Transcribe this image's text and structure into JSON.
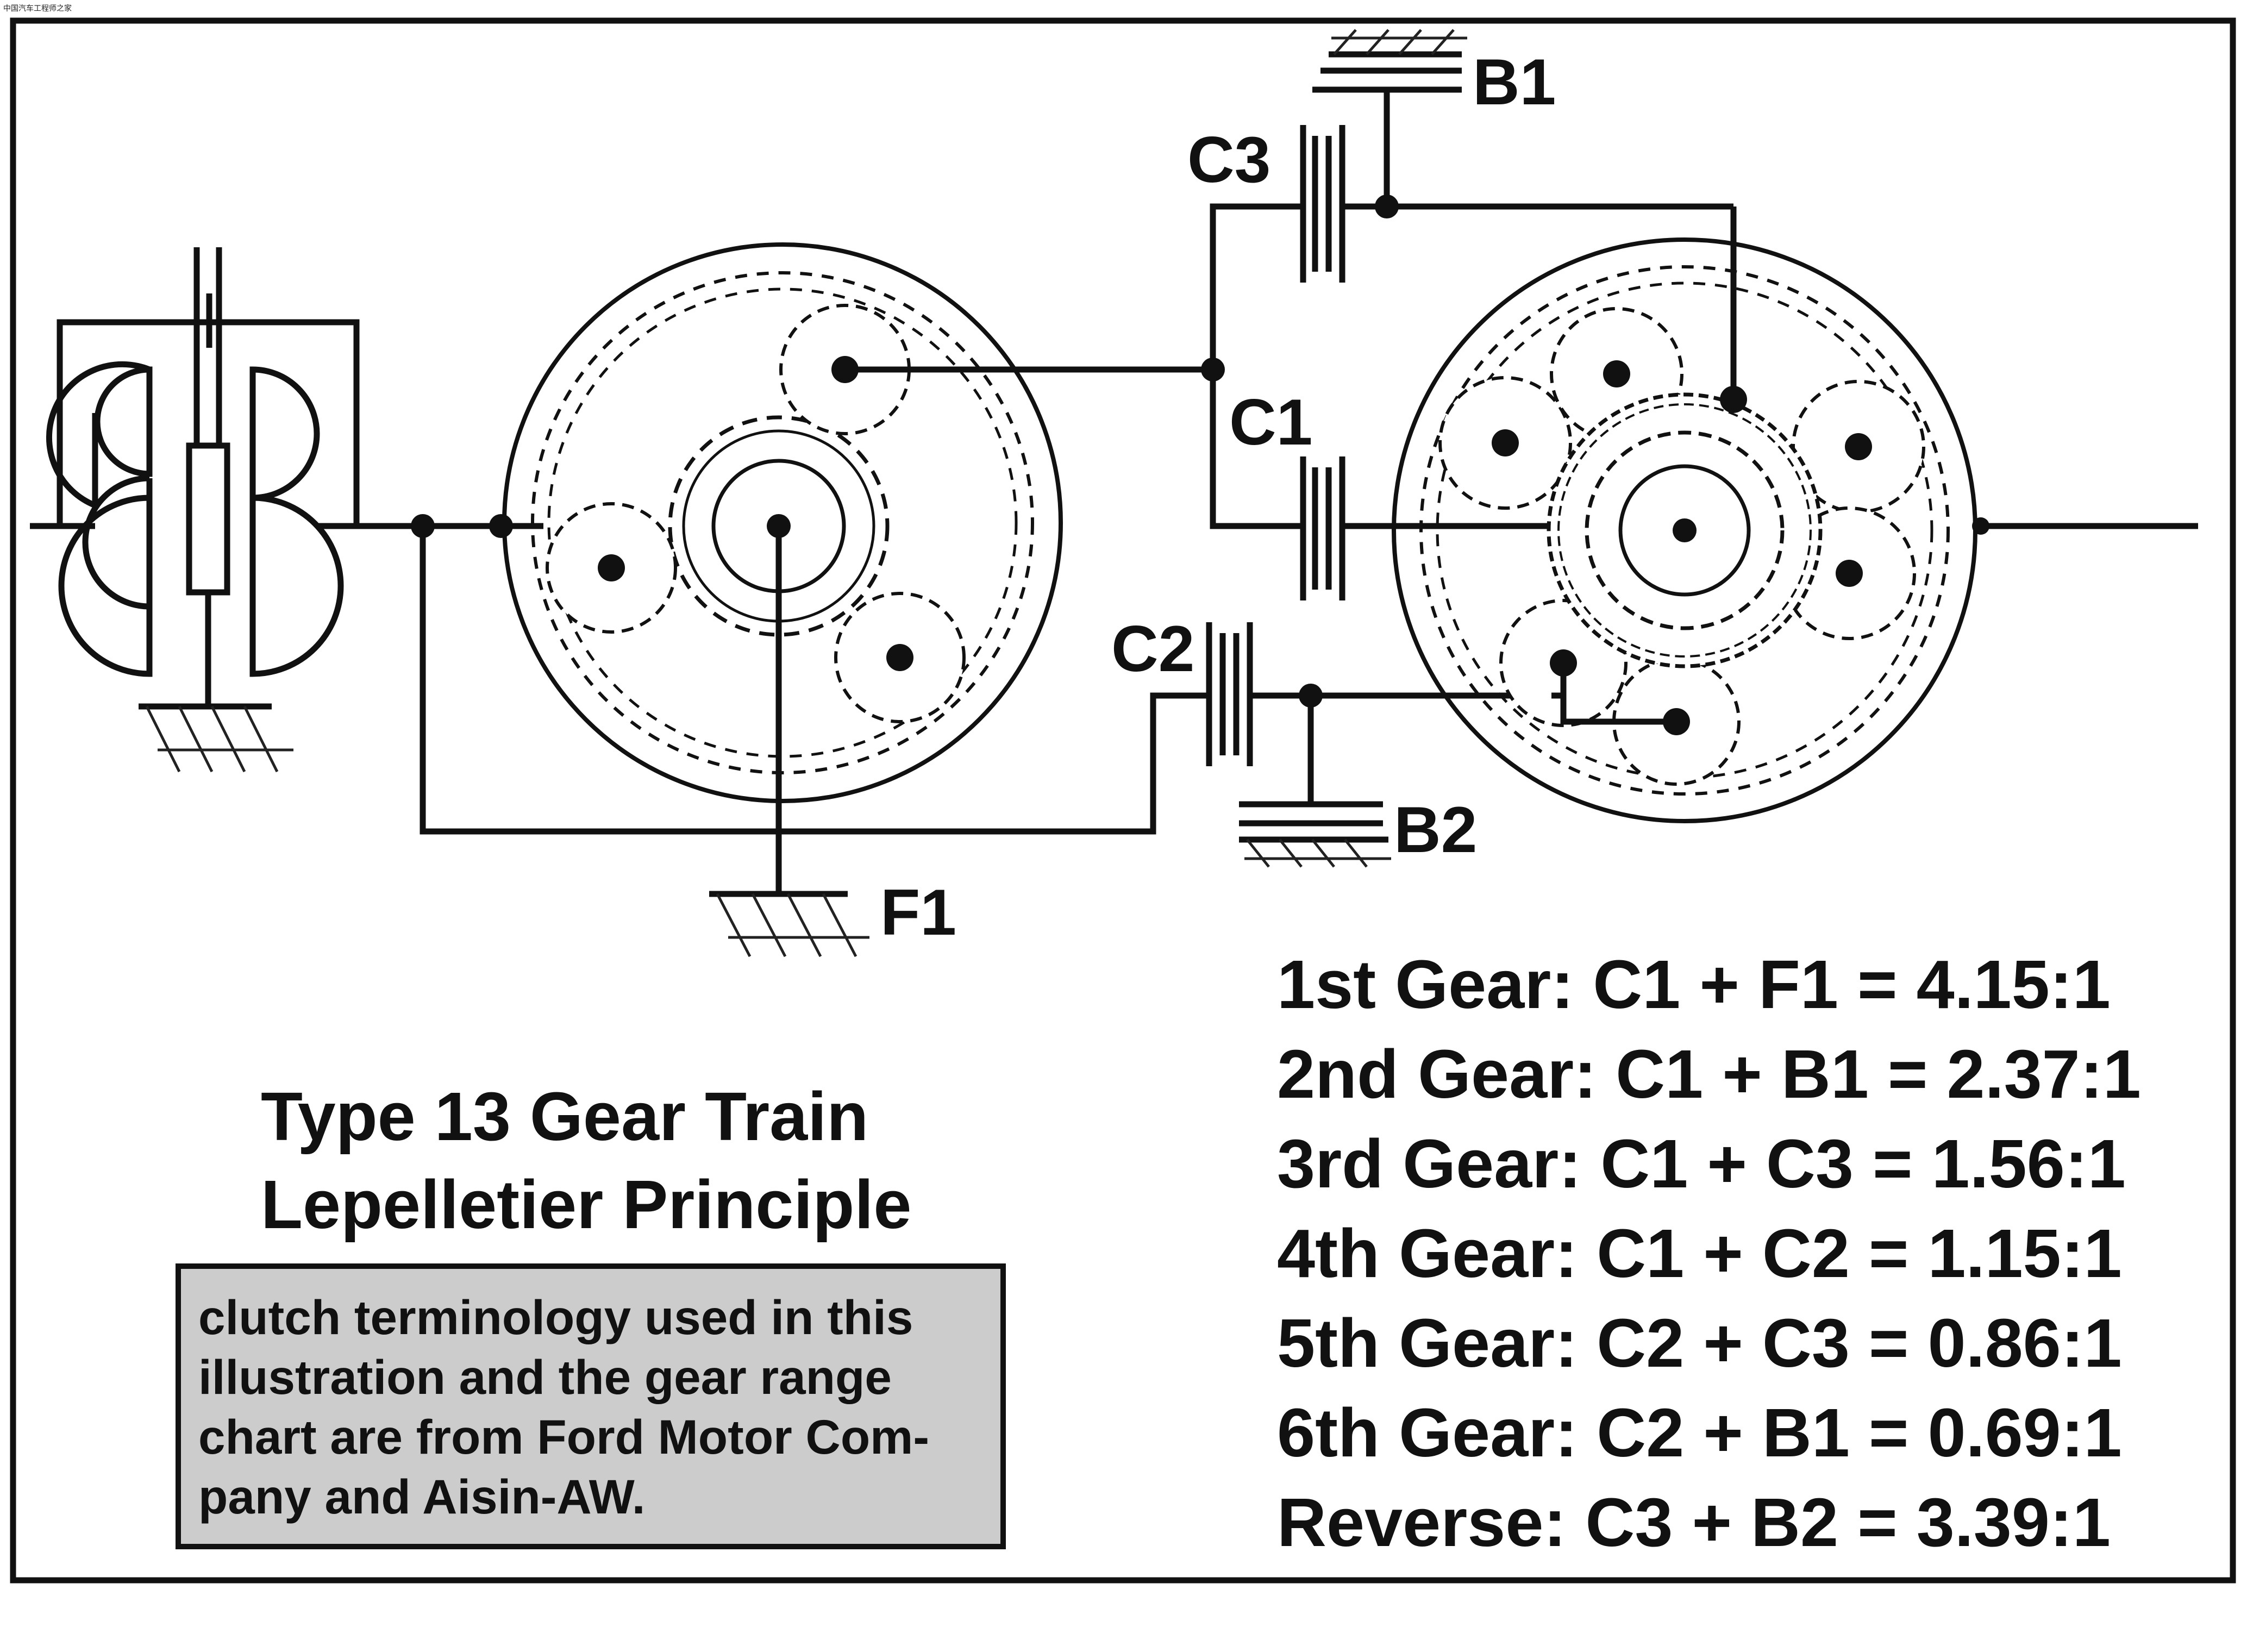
{
  "watermark": "中国汽车工程师之家",
  "labels": {
    "b1": "B1",
    "b2": "B2",
    "c1": "C1",
    "c2": "C2",
    "c3": "C3",
    "f1": "F1"
  },
  "title": {
    "line1": "Type 13 Gear Train",
    "line2": "Lepelletier Principle"
  },
  "note": {
    "lines": [
      "clutch terminology used in this",
      "illustration and the gear range",
      "chart are from Ford Motor Com-",
      "pany and Aisin-AW."
    ],
    "fill": "#cccccc"
  },
  "gear_chart": [
    "1st Gear: C1 + F1 = 4.15:1",
    "2nd Gear: C1 + B1 = 2.37:1",
    "3rd Gear: C1 + C3 = 1.56:1",
    "4th Gear: C1 + C2 = 1.15:1",
    "5th Gear: C2 + C3 = 0.86:1",
    "6th Gear: C2 + B1 = 0.69:1",
    "Reverse: C3 + B2 = 3.39:1"
  ],
  "colors": {
    "line": "#111111",
    "background": "#ffffff"
  }
}
